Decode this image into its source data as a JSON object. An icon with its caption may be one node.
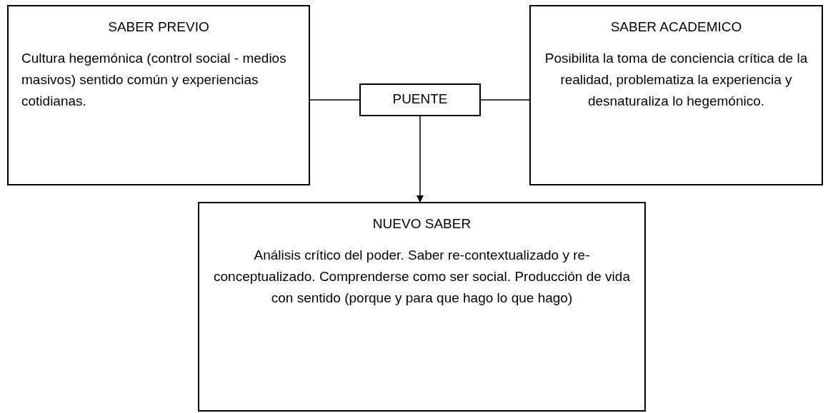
{
  "diagram": {
    "nodes": [
      {
        "text": [
          "SABER PREVIO",
          "Cultura hegemónica (control social - medios masivos) sentido común y experiencias cotidianas."
        ]
      },
      {
        "text": [
          "PUENTE"
        ]
      },
      {
        "text": [
          "SABER ACADEMICO",
          "Posibilita la toma de conciencia crítica de la realidad, problematiza la experiencia y desnaturaliza lo hegemónico."
        ]
      },
      {
        "text": [
          "NUEVO SABER",
          "Análisis crítico del poder. Saber re-contextualizado y re-conceptualizado. Comprenderse como ser social.  Producción de vida con sentido (porque y para que hago lo que hago)"
        ]
      }
    ],
    "edges": [
      {
        "from": 0,
        "to": 1,
        "arrow": "none"
      },
      {
        "from": 1,
        "to": 2,
        "arrow": "none"
      },
      {
        "from": 1,
        "to": 3,
        "arrow": "to"
      }
    ]
  }
}
